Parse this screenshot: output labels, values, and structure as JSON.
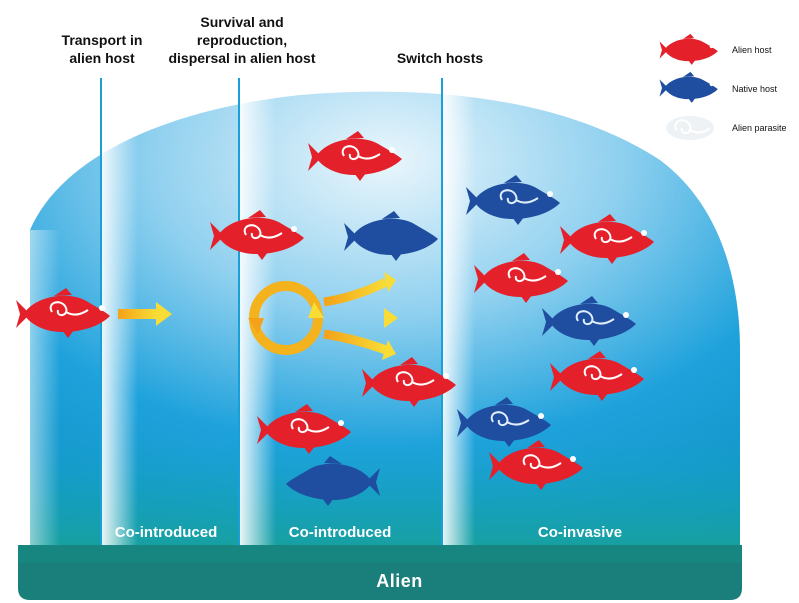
{
  "stages": [
    {
      "id": "transport",
      "label": "Transport in\nalien host"
    },
    {
      "id": "survival",
      "label": "Survival and\nreproduction,\ndispersal in alien host"
    },
    {
      "id": "switch",
      "label": "Switch hosts"
    }
  ],
  "zones": [
    {
      "id": "zone1",
      "label": "Co-introduced"
    },
    {
      "id": "zone2",
      "label": "Co-introduced"
    },
    {
      "id": "zone3",
      "label": "Co-invasive"
    }
  ],
  "base_label": "Alien",
  "legend": [
    {
      "id": "alien-host",
      "label": "Alien host",
      "icon": "red-fish-icon",
      "color": "#e4212a"
    },
    {
      "id": "native-host",
      "label": "Native host",
      "icon": "blue-fish-icon",
      "color": "#1f4da0"
    },
    {
      "id": "alien-parasite",
      "label": "Alien parasite",
      "icon": "parasite-icon",
      "color": "#ffffff"
    }
  ],
  "colors": {
    "alien_host": "#e4212a",
    "native_host": "#1f4da0",
    "water_light": "#e8f4fb",
    "water_mid": "#2aa8de",
    "water_deep": "#0a8fc8",
    "base": "#1a7f7a",
    "arrow": "#f6b61b"
  }
}
